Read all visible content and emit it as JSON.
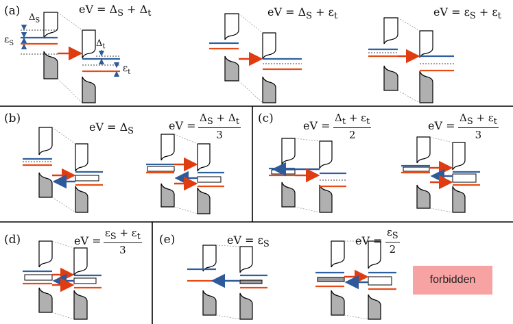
{
  "panels": {
    "a": {
      "label": "(a)",
      "eq1": "eV = Δ",
      "eq1_sub": "S",
      "eq1_rest": " + Δ",
      "eq1_sub2": "t",
      "eq2": "eV = Δ",
      "eq2_sub": "S",
      "eq2_rest": " + ε",
      "eq2_sub2": "t",
      "eq3": "eV = ε",
      "eq3_sub": "S",
      "eq3_rest": " + ε",
      "eq3_sub2": "t",
      "annot_dS": "Δ",
      "annot_dS_sub": "S",
      "annot_eS": "ε",
      "annot_eS_sub": "S",
      "annot_dt": "Δ",
      "annot_dt_sub": "t",
      "annot_et": "ε",
      "annot_et_sub": "t"
    },
    "b": {
      "label": "(b)",
      "eq1": "eV = Δ",
      "eq1_sub": "S",
      "eq2_pre": "eV =",
      "eq2_num": "Δ",
      "eq2_num_sub": "S",
      "eq2_num_rest": " + Δ",
      "eq2_num_sub2": "t",
      "eq2_den": "3"
    },
    "c": {
      "label": "(c)",
      "eq1_pre": "eV =",
      "eq1_num": "Δ",
      "eq1_num_sub": "t",
      "eq1_num_rest": " + ε",
      "eq1_num_sub2": "t",
      "eq1_den": "2",
      "eq2_pre": "eV =",
      "eq2_num": "Δ",
      "eq2_num_sub": "S",
      "eq2_num_rest": " + ε",
      "eq2_num_sub2": "t",
      "eq2_den": "3"
    },
    "d": {
      "label": "(d)",
      "eq1_pre": "eV =",
      "eq1_num": "ε",
      "eq1_num_sub": "S",
      "eq1_num_rest": " + ε",
      "eq1_num_sub2": "t",
      "eq1_den": "3"
    },
    "e": {
      "label": "(e)",
      "eq1": "eV = ε",
      "eq1_sub": "S",
      "eq2_pre": "eV =",
      "eq2_num": "ε",
      "eq2_num_sub": "S",
      "eq2_den": "2",
      "forbidden": "forbidden"
    }
  },
  "colors": {
    "blue": "#2e5f9e",
    "red": "#e84a14",
    "gray": "#b0b0b0",
    "arrow_red": "#e03c12",
    "arrow_blue": "#2e5a9a",
    "forbidden_bg": "#f7a3a3"
  }
}
